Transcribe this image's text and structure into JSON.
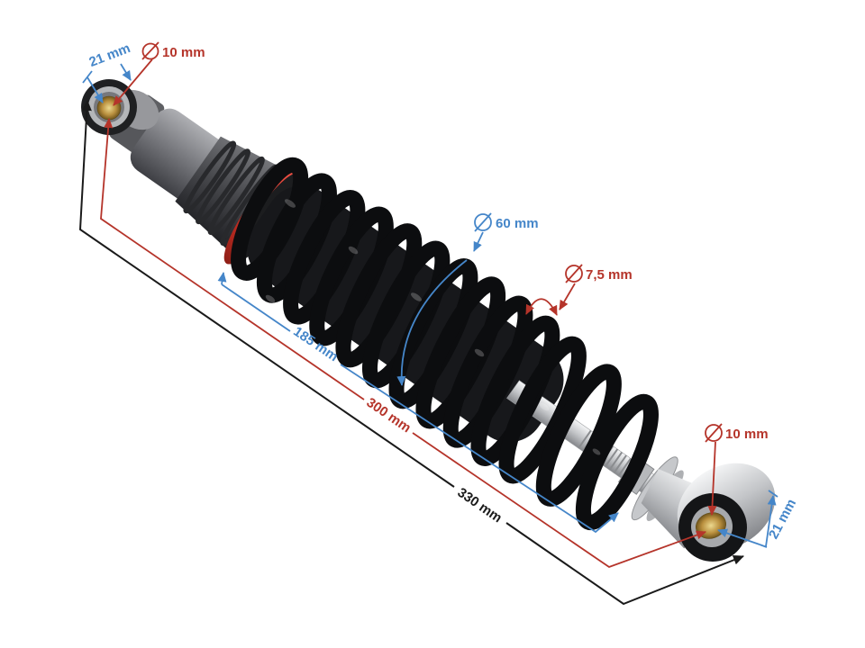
{
  "annotations": {
    "colors": {
      "blue": "#4586c9",
      "red": "#b5342a",
      "black": "#1a1a1a"
    },
    "top_eyelet": {
      "width_label": "21 mm",
      "diameter_label": "10 mm"
    },
    "spring": {
      "outer_diameter_label": "60 mm",
      "wire_diameter_label": "7,5 mm"
    },
    "lengths": {
      "spring_label": "185 mm",
      "center_label": "300 mm",
      "overall_label": "330 mm"
    },
    "bottom_eyelet": {
      "diameter_label": "10 mm",
      "width_label": "21 mm"
    }
  },
  "product_colors": {
    "spring_black": "#0c0d0f",
    "body_gray": "#77787d",
    "preload_ring_red": "#d63227",
    "chrome_silver": "#c3c5c8",
    "bushing_gold": "#b98f3e"
  }
}
